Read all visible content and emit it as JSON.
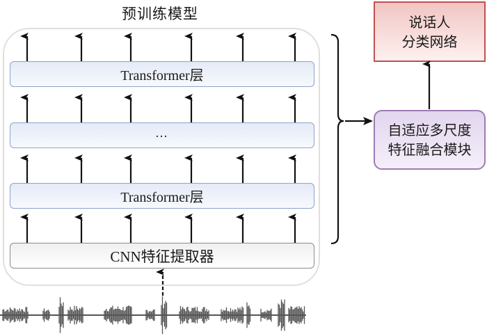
{
  "pretrained_model": {
    "title": "预训练模型",
    "layers": [
      {
        "id": "transformer-top",
        "label": "Transformer层"
      },
      {
        "id": "ellipsis",
        "label": "…"
      },
      {
        "id": "transformer-bottom",
        "label": "Transformer层"
      },
      {
        "id": "cnn",
        "label": "CNN特征提取器"
      }
    ],
    "arrows_per_row": 6
  },
  "fusion_module": {
    "line1": "自适应多尺度",
    "line2": "特征融合模块"
  },
  "classifier": {
    "line1": "说话人",
    "line2": "分类网络"
  },
  "input": {
    "icon": "audio-waveform-icon"
  },
  "colors": {
    "layer_border": "#8ea3c8",
    "classifier_border": "#c0504d",
    "fusion_border": "#9b7bb5",
    "arrow": "#111111",
    "waveform": "#555555"
  }
}
